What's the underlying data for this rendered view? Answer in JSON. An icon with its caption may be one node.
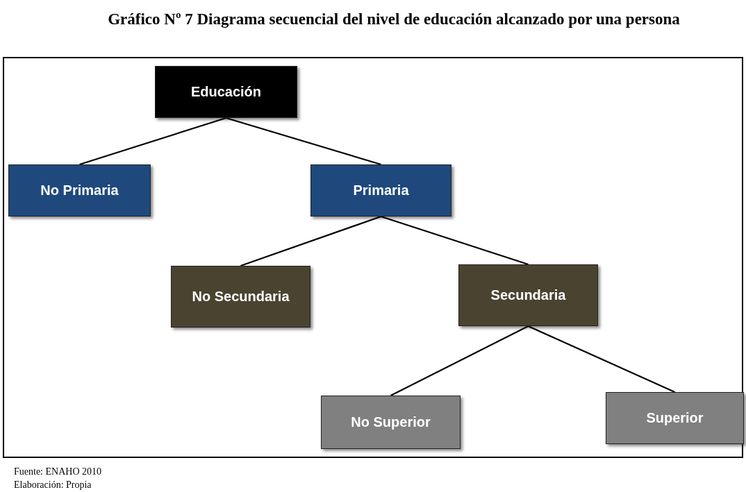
{
  "diagram": {
    "title": "Gráfico Nº 7 Diagrama secuencial del nivel de educación alcanzado por una persona",
    "nodes": [
      {
        "text": [
          "Educación"
        ]
      },
      {
        "text": [
          "No Primaria"
        ]
      },
      {
        "text": [
          "Primaria"
        ]
      },
      {
        "text": [
          "No Secundaria"
        ]
      },
      {
        "text": [
          "Secundaria"
        ]
      },
      {
        "text": [
          "No Superior"
        ]
      },
      {
        "text": [
          "Superior"
        ]
      }
    ],
    "edges": [
      {
        "from": 0,
        "to": 1,
        "arrow": "none"
      },
      {
        "from": 0,
        "to": 2,
        "arrow": "none"
      },
      {
        "from": 2,
        "to": 3,
        "arrow": "none"
      },
      {
        "from": 2,
        "to": 4,
        "arrow": "none"
      },
      {
        "from": 4,
        "to": 5,
        "arrow": "none"
      },
      {
        "from": 4,
        "to": 6,
        "arrow": "none"
      }
    ],
    "labels": [
      "Fuente: ENAHO 2010",
      "Elaboración: Propia"
    ]
  }
}
